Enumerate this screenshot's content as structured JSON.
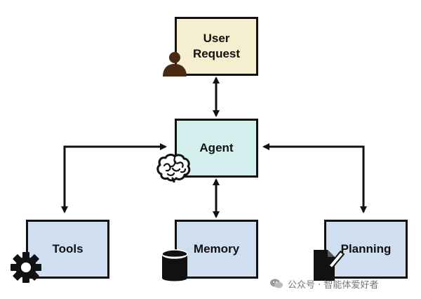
{
  "diagram": {
    "nodes": {
      "user_request": {
        "label": "User Request",
        "fill": "#f5efcf"
      },
      "agent": {
        "label": "Agent",
        "fill": "#d3f0ee"
      },
      "tools": {
        "label": "Tools",
        "fill": "#cfdff0"
      },
      "memory": {
        "label": "Memory",
        "fill": "#cfdff0"
      },
      "planning": {
        "label": "Planning",
        "fill": "#cfdff0"
      }
    },
    "edges": [
      {
        "from": "user_request",
        "to": "agent",
        "direction": "both"
      },
      {
        "from": "agent",
        "to": "memory",
        "direction": "both"
      },
      {
        "from": "tools",
        "to": "agent",
        "direction": "both"
      },
      {
        "from": "agent",
        "to": "planning",
        "direction": "both"
      }
    ],
    "icons": {
      "user_request": "person-icon",
      "agent": "brain-icon",
      "tools": "gear-icon",
      "memory": "database-icon",
      "planning": "document-pen-icon"
    },
    "line_color": "#111111"
  },
  "watermark": {
    "text": "公众号 · 智能体爱好者"
  }
}
